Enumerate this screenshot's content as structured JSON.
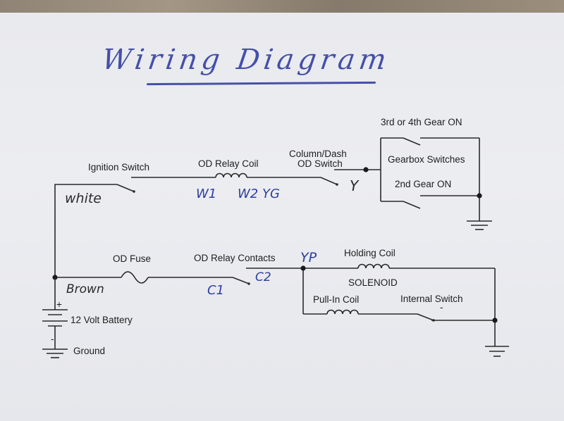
{
  "title": "Wiring Diagram",
  "labels": {
    "ignition_switch": "Ignition Switch",
    "od_relay_coil": "OD Relay Coil",
    "column_dash_line1": "Column/Dash",
    "column_dash_line2": "OD Switch",
    "gear_3rd_4th": "3rd or 4th Gear ON",
    "gearbox_switches": "Gearbox Switches",
    "gear_2nd": "2nd Gear ON",
    "od_fuse": "OD Fuse",
    "od_relay_contacts": "OD Relay Contacts",
    "holding_coil": "Holding Coil",
    "solenoid": "SOLENOID",
    "pull_in_coil": "Pull-In Coil",
    "internal_switch": "Internal Switch",
    "battery": "12 Volt Battery",
    "ground": "Ground",
    "plus": "+",
    "minus": "-"
  },
  "handwritten": {
    "white": "white",
    "w1": "W1",
    "w2yg": "W2 YG",
    "y": "Y",
    "yp": "YP",
    "brown": "Brown",
    "c1": "C1",
    "c2": "C2"
  }
}
